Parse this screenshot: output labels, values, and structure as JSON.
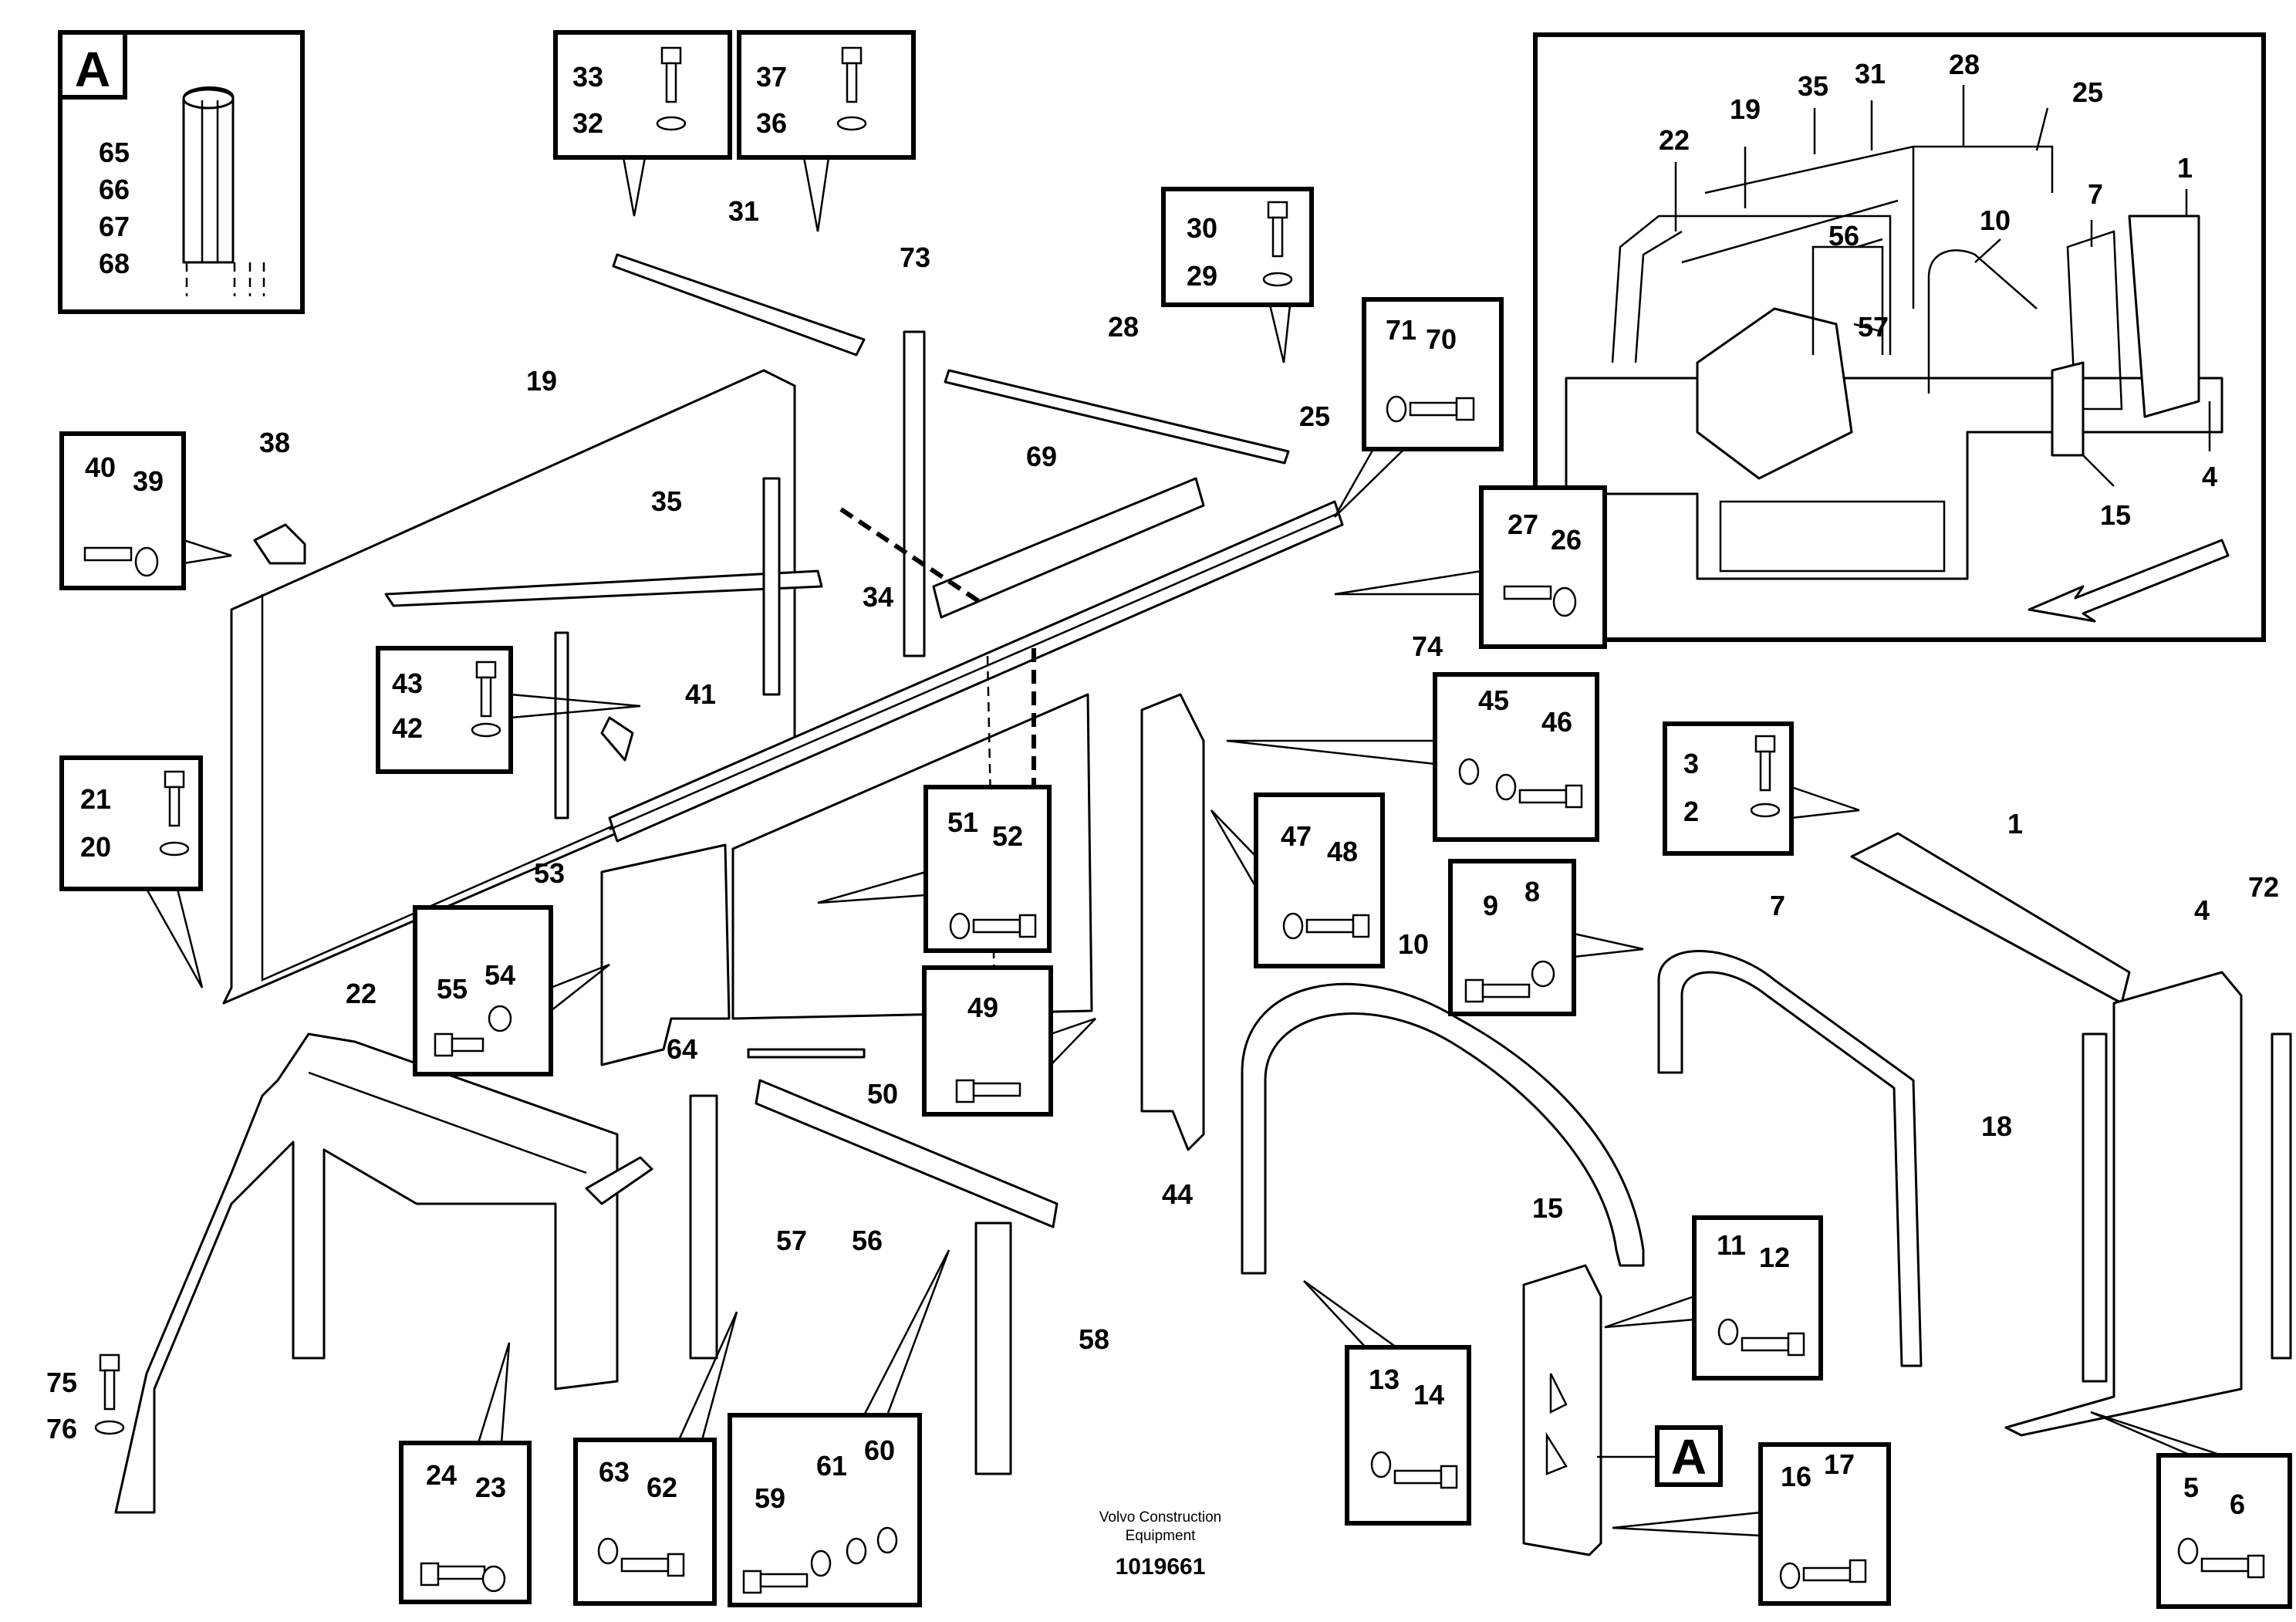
{
  "title_block": {
    "maker_line1": "Volvo Construction",
    "maker_line2": "Equipment",
    "drawing_number": "1019661"
  },
  "detail_callout": "A",
  "detail_A_parts": [
    "65",
    "66",
    "67",
    "68"
  ],
  "part_labels": {
    "p1": "1",
    "p2": "2",
    "p3": "3",
    "p4": "4",
    "p5": "5",
    "p6": "6",
    "p7": "7",
    "p8": "8",
    "p9": "9",
    "p10": "10",
    "p11": "11",
    "p12": "12",
    "p13": "13",
    "p14": "14",
    "p15": "15",
    "p16": "16",
    "p17": "17",
    "p18": "18",
    "p19": "19",
    "p20": "20",
    "p21": "21",
    "p22": "22",
    "p23": "23",
    "p24": "24",
    "p25": "25",
    "p26": "26",
    "p27": "27",
    "p28": "28",
    "p29": "29",
    "p30": "30",
    "p31": "31",
    "p32": "32",
    "p33": "33",
    "p34": "34",
    "p35": "35",
    "p36": "36",
    "p37": "37",
    "p38": "38",
    "p39": "39",
    "p40": "40",
    "p41": "41",
    "p42": "42",
    "p43": "43",
    "p44": "44",
    "p45": "45",
    "p46": "46",
    "p47": "47",
    "p48": "48",
    "p49": "49",
    "p50": "50",
    "p51": "51",
    "p52": "52",
    "p53": "53",
    "p54": "54",
    "p55": "55",
    "p56": "56",
    "p57": "57",
    "p58": "58",
    "p59": "59",
    "p60": "60",
    "p61": "61",
    "p62": "62",
    "p63": "63",
    "p64": "64",
    "p69": "69",
    "p70": "70",
    "p71": "71",
    "p72": "72",
    "p73": "73",
    "p74": "74",
    "p75": "75",
    "p76": "76"
  }
}
